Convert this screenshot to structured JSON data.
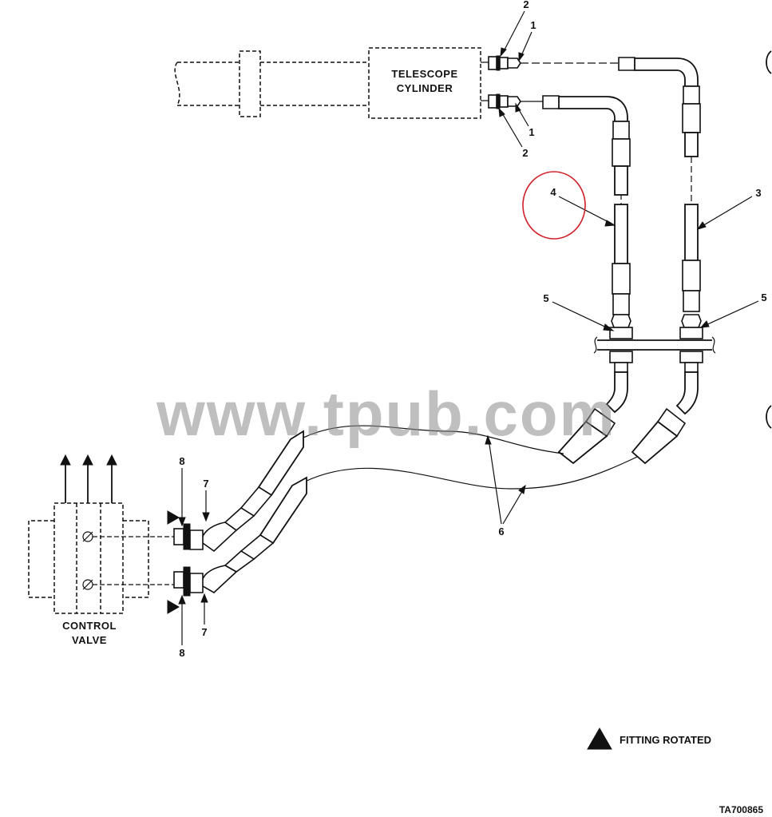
{
  "labels": {
    "telescope_line1": "TELESCOPE",
    "telescope_line2": "CYLINDER",
    "control_line1": "CONTROL",
    "control_line2": "VALVE",
    "legend": "FITTING ROTATED",
    "figure_code": "TA700865",
    "watermark": "www.tpub.com"
  },
  "callouts": {
    "c1a": "1",
    "c1b": "1",
    "c2a": "2",
    "c2b": "2",
    "c3": "3",
    "c4": "4",
    "c5a": "5",
    "c5b": "5",
    "c6": "6",
    "c7a": "7",
    "c7b": "7",
    "c8a": "8",
    "c8b": "8"
  },
  "colors": {
    "line": "#111111",
    "highlight_circle": "#d0202a",
    "watermark": "#8a8a8a"
  }
}
